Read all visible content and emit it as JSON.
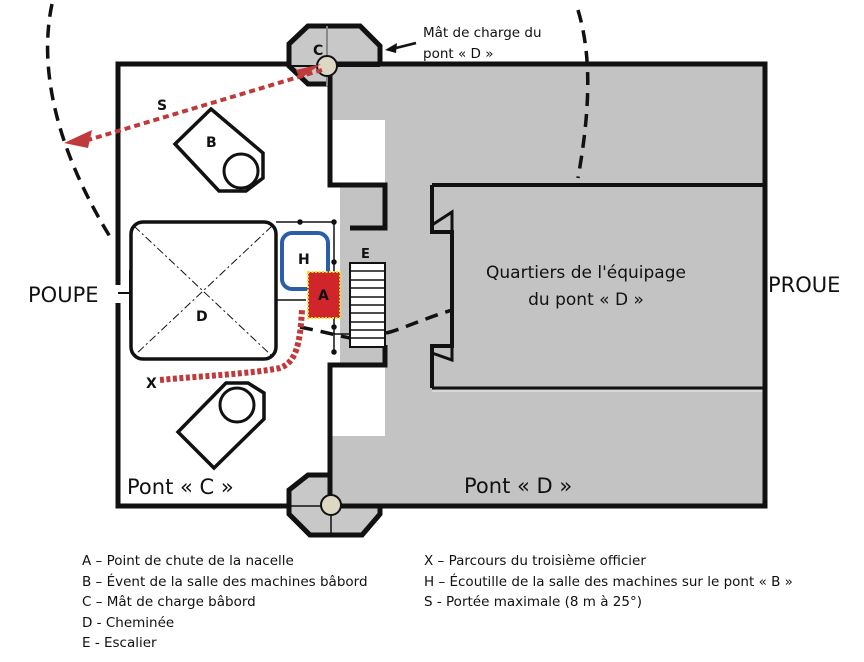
{
  "diagram": {
    "orientation": {
      "stern": "POUPE",
      "bow": "PROUE"
    },
    "decks": {
      "deck_c": "Pont « C »",
      "deck_d": "Pont « D »"
    },
    "rooms": {
      "crew_quarters_line1": "Quartiers de l'équipage",
      "crew_quarters_line2": "du pont « D »"
    },
    "callout": {
      "mast_d_line1": "Mât de charge du",
      "mast_d_line2": "pont « D »"
    },
    "markers": {
      "A": "A",
      "B": "B",
      "C": "C",
      "D": "D",
      "E": "E",
      "H": "H",
      "S": "S",
      "X": "X"
    },
    "colors": {
      "deck_d_fill": "#c3c3c3",
      "fall_point": "#d0252b",
      "fall_point_border": "#f5e21a",
      "hatch_outline": "#2a5ea8",
      "path_dotted": "#c0393b",
      "mast_circle": "#ddd8c4"
    }
  },
  "legend": {
    "left": [
      "A – Point de chute de la nacelle",
      "B – Évent de la salle des machines bâbord",
      "C – Mât de charge bâbord",
      "D - Cheminée",
      "E - Escalier"
    ],
    "right": [
      "X – Parcours du troisième officier",
      "H – Écoutille de la salle des machines sur le pont « B »",
      "S - Portée maximale (8 m à 25°)"
    ]
  }
}
